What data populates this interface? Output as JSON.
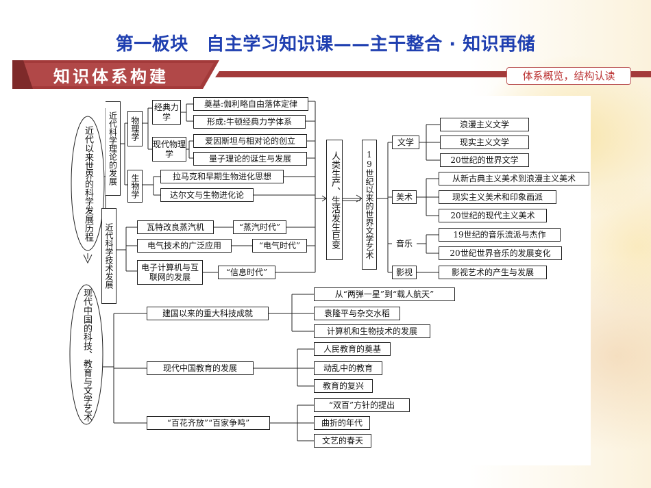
{
  "header": {
    "title": "第一板块　自主学习知识课——主干整合 · 知识再储",
    "subtitle": "知识体系构建",
    "right_tag": "体系概览，结构认读"
  },
  "diagram": {
    "left_top": "近代以来世界的科学发展历程",
    "left_bottom": "现代中国的科技、教育与文学艺术",
    "sci_theory": "近代科学理论的发展",
    "physics": "物理学",
    "classical": "经典力学",
    "modern_physics": "现代物理学",
    "galileo": "奠基:伽利略自由落体定律",
    "newton": "形成:牛顿经典力学体系",
    "einstein": "爱因斯坦与相对论的创立",
    "quantum": "量子理论的诞生与发展",
    "biology": "生物学",
    "lamarck": "拉马克和早期生物进化思想",
    "darwin": "达尔文与生物进化论",
    "sci_tech": "近代科学技术发展",
    "watt": "瓦特改良蒸汽机",
    "steam_age": "“蒸汽时代”",
    "electric": "电气技术的广泛应用",
    "electric_age": "“电气时代”",
    "computer": "电子计算机与互联网的发展",
    "info_age": "“信息时代”",
    "life_change": "人类生产、生活发生巨变",
    "lit_art": "19世纪以来的世界文学艺术",
    "literature": "文学",
    "romantic_lit": "浪漫主义文学",
    "realist_lit": "现实主义文学",
    "lit_20c": "20世纪的世界文学",
    "fine_art": "美术",
    "neo_to_rom": "从新古典主义美术到浪漫主义美术",
    "realist_art": "现实主义美术和印象画派",
    "modern_art": "20世纪的现代主义美术",
    "music": "音乐",
    "music_19c": "19世纪的音乐流派与杰作",
    "music_20c": "20世纪世界音乐的发展变化",
    "film": "影视",
    "film_dev": "影视艺术的产生与发展",
    "china_tech": "建国以来的重大科技成就",
    "two_bombs": "从“两弹一星”到“载人航天”",
    "yuan": "袁隆平与杂交水稻",
    "computer_bio": "计算机和生物技术的发展",
    "china_edu": "现代中国教育的发展",
    "edu_found": "人民教育的奠基",
    "edu_turmoil": "动乱中的教育",
    "edu_revival": "教育的复兴",
    "hundred": "“百花齐放”“百家争鸣”",
    "shuangbai": "“双百”方针的提出",
    "tortuous": "曲折的年代",
    "spring": "文艺的春天"
  },
  "colors": {
    "title": "#1f3fb0",
    "ribbon": "#a33a3a",
    "tag_border": "#bb5555"
  }
}
